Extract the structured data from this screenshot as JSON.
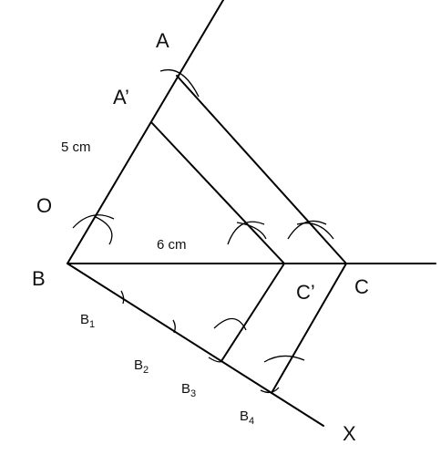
{
  "labels": {
    "A": "A",
    "A_prime": "A’",
    "O": "O",
    "B": "B",
    "C": "C",
    "C_prime": "C’",
    "X": "X",
    "side_ab": "5 cm",
    "side_bc": "6 cm",
    "B1_base": "B",
    "B1_sub": "1",
    "B2_base": "B",
    "B2_sub": "2",
    "B3_base": "B",
    "B3_sub": "3",
    "B4_base": "B",
    "B4_sub": "4"
  }
}
